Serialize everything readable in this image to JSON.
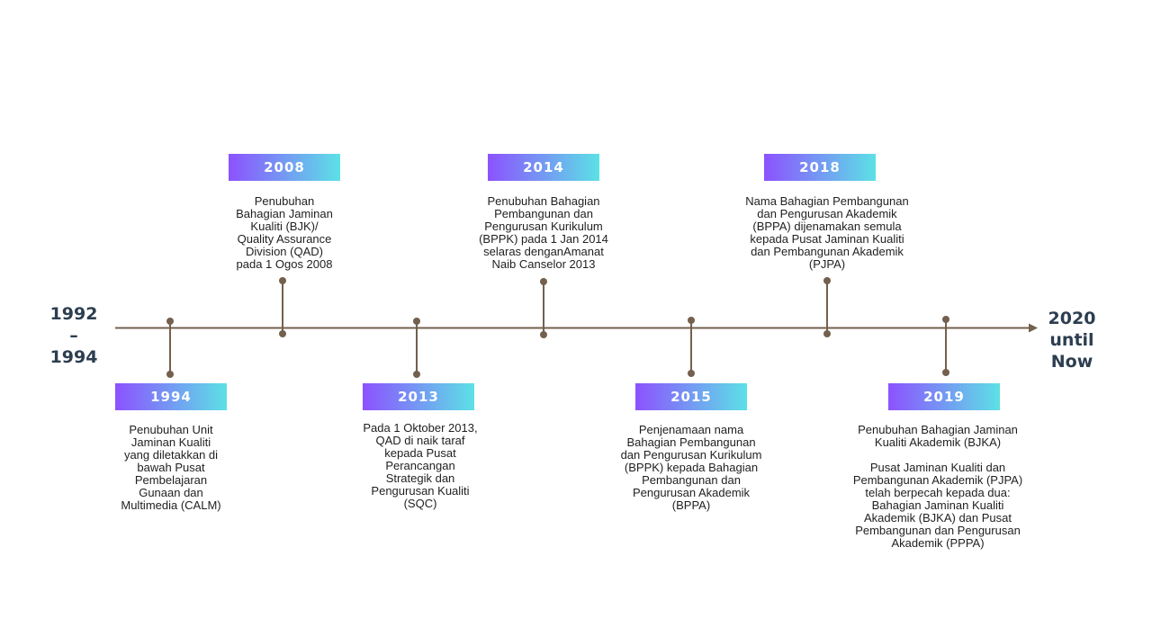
{
  "start_label": "1992\n–\n1994",
  "end_label": "2020\nuntil\nNow",
  "colors": {
    "axis": "#73604e",
    "gradient_start": "#8c52ff",
    "gradient_end": "#5ce1e6",
    "end_label": "#2c3e50"
  },
  "events": [
    {
      "year": "1994",
      "text": "Penubuhan Unit\nJaminan Kualiti\nyang diletakkan di\nbawah Pusat\nPembelajaran\nGunaan dan\nMultimedia (CALM)"
    },
    {
      "year": "2008",
      "text": "Penubuhan\nBahagian Jaminan\nKualiti (BJK)/\nQuality Assurance\nDivision (QAD)\npada 1 Ogos 2008"
    },
    {
      "year": "2013",
      "text": "Pada 1 Oktober 2013,\nQAD di naik taraf\nkepada Pusat\nPerancangan\nStrategik dan\nPengurusan Kualiti\n(SQC)"
    },
    {
      "year": "2014",
      "text": "Penubuhan Bahagian\nPembangunan dan\nPengurusan Kurikulum\n(BPPK) pada 1 Jan 2014\nselaras denganAmanat\nNaib Canselor 2013"
    },
    {
      "year": "2015",
      "text": "Penjenamaan nama\nBahagian Pembangunan\ndan Pengurusan Kurikulum\n(BPPK) kepada Bahagian\nPembangunan dan\nPengurusan Akademik\n(BPPA)"
    },
    {
      "year": "2018",
      "text": "Nama Bahagian Pembangunan\ndan Pengurusan Akademik\n(BPPA) dijenamakan semula\nkepada Pusat Jaminan Kualiti\ndan Pembangunan Akademik\n(PJPA)"
    },
    {
      "year": "2019",
      "text": "Penubuhan Bahagian Jaminan\nKualiti Akademik (BJKA)",
      "text2": "Pusat Jaminan Kualiti dan\nPembangunan Akademik (PJPA)\ntelah berpecah kepada dua:\nBahagian Jaminan Kualiti\nAkademik (BJKA) dan Pusat\nPembangunan dan Pengurusan\nAkademik (PPPA)"
    }
  ]
}
